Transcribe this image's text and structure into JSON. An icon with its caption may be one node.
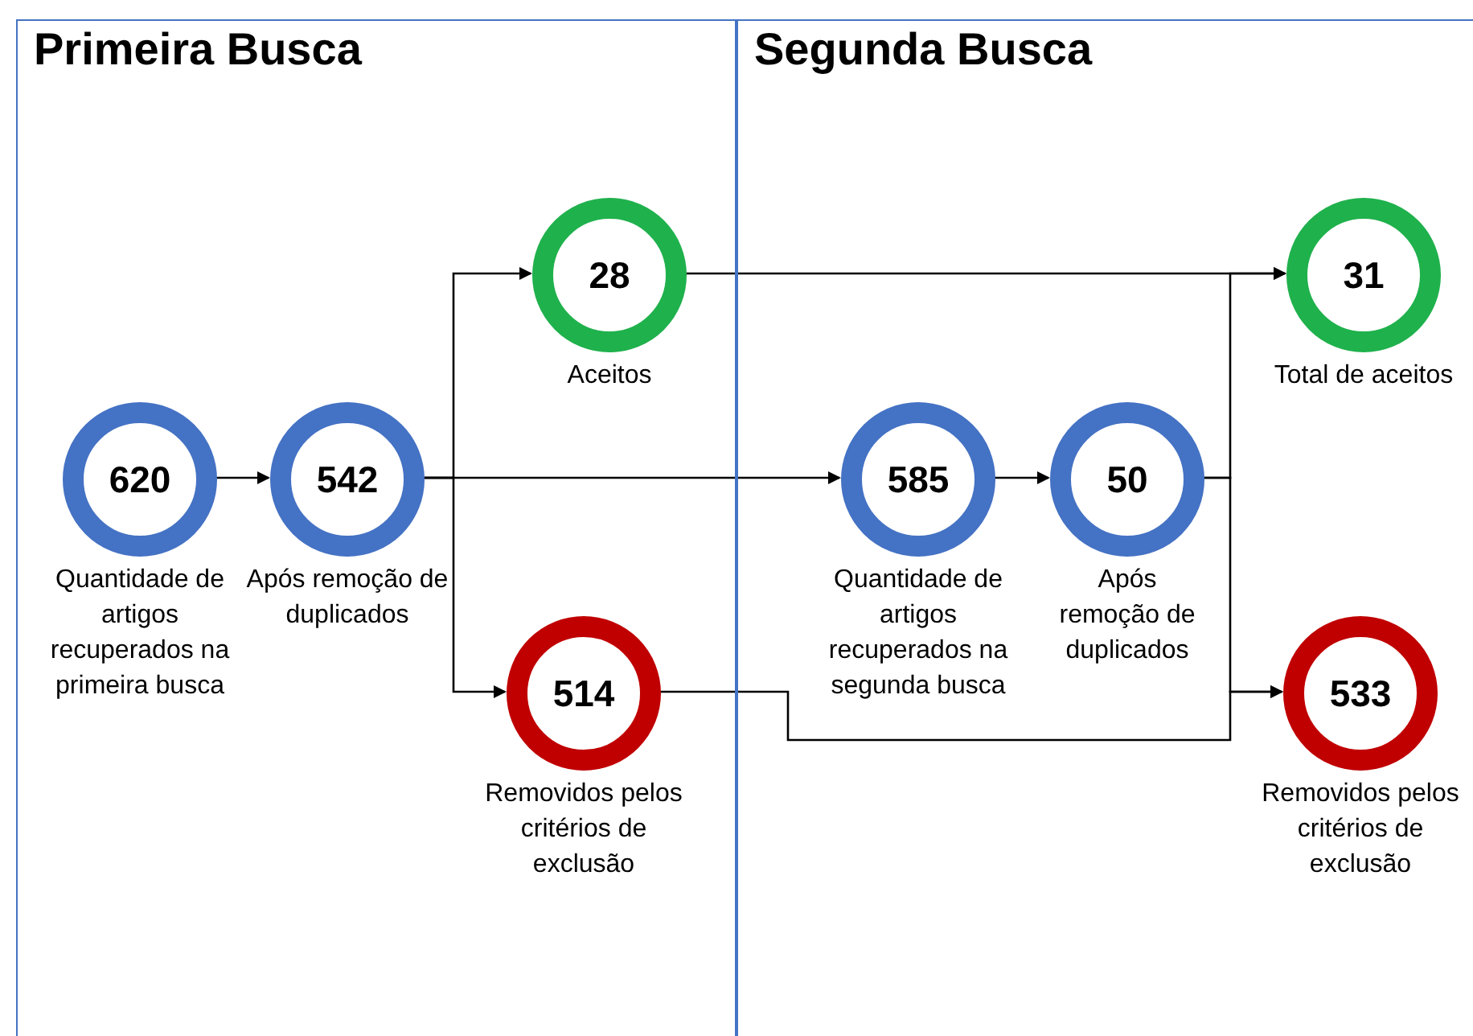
{
  "diagram": {
    "nodes": [
      {
        "text": [
          "Primeira Busca"
        ]
      },
      {
        "text": [
          "620"
        ],
        "in": 0,
        "beside": [
          "Quantidade de artigos recuperados na primeira busca"
        ]
      },
      {
        "text": [
          "542"
        ],
        "in": 0,
        "beside": [
          "Após remoção de duplicados"
        ]
      },
      {
        "text": [
          "28"
        ],
        "in": 0,
        "beside": [
          "Aceitos"
        ]
      },
      {
        "text": [
          "514"
        ],
        "in": 0,
        "beside": [
          "Removidos pelos critérios de exclusão"
        ]
      },
      {
        "text": [
          "Segunda Busca"
        ]
      },
      {
        "text": [
          "585"
        ],
        "in": 5,
        "beside": [
          "Quantidade de artigos recuperados na segunda busca"
        ]
      },
      {
        "text": [
          "50"
        ],
        "in": 5,
        "beside": [
          "Após remoção de duplicados"
        ]
      },
      {
        "text": [
          "31"
        ],
        "in": 5,
        "beside": [
          "Total de aceitos"
        ]
      },
      {
        "text": [
          "533"
        ],
        "in": 5,
        "beside": [
          "Removidos pelos critérios de exclusão"
        ]
      }
    ],
    "edges": [
      {
        "from": 1,
        "to": 2,
        "arrow": "to"
      },
      {
        "from": 2,
        "to": 3,
        "arrow": "to"
      },
      {
        "from": 2,
        "to": 4,
        "arrow": "to"
      },
      {
        "from": 2,
        "to": 6,
        "arrow": "to"
      },
      {
        "from": 6,
        "to": 7,
        "arrow": "to"
      },
      {
        "from": 3,
        "to": 8,
        "arrow": "to"
      },
      {
        "from": 7,
        "to": 8,
        "arrow": "to"
      },
      {
        "from": 7,
        "to": 9,
        "arrow": "to"
      },
      {
        "from": 4,
        "to": 9,
        "arrow": "to"
      }
    ]
  }
}
